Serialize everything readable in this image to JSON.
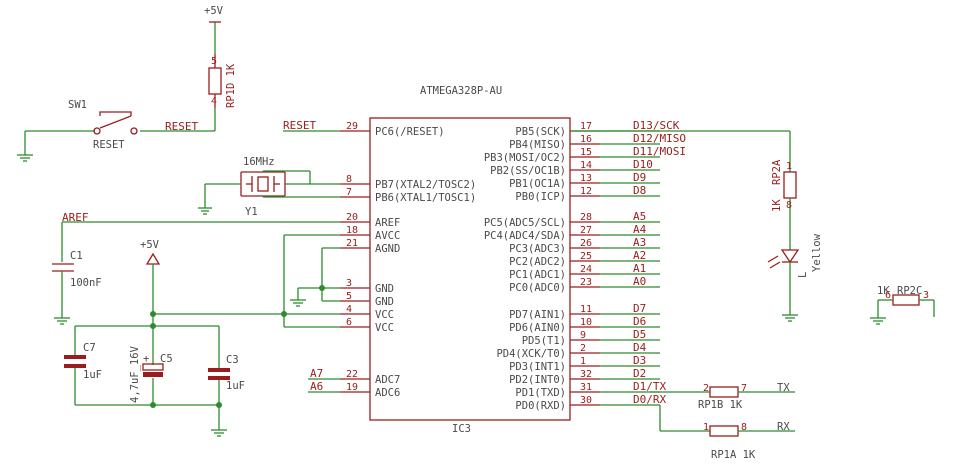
{
  "chip": {
    "name": "ATMEGA328P-AU",
    "ref": "IC3",
    "left_pins": [
      {
        "num": "29",
        "label": "PC6(/RESET)",
        "net": "RESET"
      },
      {
        "num": "8",
        "label": "PB7(XTAL2/TOSC2)",
        "net": ""
      },
      {
        "num": "7",
        "label": "PB6(XTAL1/TOSC1)",
        "net": ""
      },
      {
        "num": "20",
        "label": "AREF",
        "net": "AREF"
      },
      {
        "num": "18",
        "label": "AVCC",
        "net": ""
      },
      {
        "num": "21",
        "label": "AGND",
        "net": ""
      },
      {
        "num": "3",
        "label": "GND",
        "net": ""
      },
      {
        "num": "5",
        "label": "GND",
        "net": ""
      },
      {
        "num": "4",
        "label": "VCC",
        "net": ""
      },
      {
        "num": "6",
        "label": "VCC",
        "net": ""
      },
      {
        "num": "22",
        "label": "ADC7",
        "net": "A7"
      },
      {
        "num": "19",
        "label": "ADC6",
        "net": "A6"
      }
    ],
    "right_pins": [
      {
        "num": "17",
        "label": "PB5(SCK)",
        "net": "D13/SCK"
      },
      {
        "num": "16",
        "label": "PB4(MISO)",
        "net": "D12/MISO"
      },
      {
        "num": "15",
        "label": "PB3(MOSI/OC2)",
        "net": "D11/MOSI"
      },
      {
        "num": "14",
        "label": "PB2(SS/OC1B)",
        "net": "D10"
      },
      {
        "num": "13",
        "label": "PB1(OC1A)",
        "net": "D9"
      },
      {
        "num": "12",
        "label": "PB0(ICP)",
        "net": "D8"
      },
      {
        "num": "28",
        "label": "PC5(ADC5/SCL)",
        "net": "A5"
      },
      {
        "num": "27",
        "label": "PC4(ADC4/SDA)",
        "net": "A4"
      },
      {
        "num": "26",
        "label": "PC3(ADC3)",
        "net": "A3"
      },
      {
        "num": "25",
        "label": "PC2(ADC2)",
        "net": "A2"
      },
      {
        "num": "24",
        "label": "PC1(ADC1)",
        "net": "A1"
      },
      {
        "num": "23",
        "label": "PC0(ADC0)",
        "net": "A0"
      },
      {
        "num": "11",
        "label": "PD7(AIN1)",
        "net": "D7"
      },
      {
        "num": "10",
        "label": "PD6(AIN0)",
        "net": "D6"
      },
      {
        "num": "9",
        "label": "PD5(T1)",
        "net": "D5"
      },
      {
        "num": "2",
        "label": "PD4(XCK/T0)",
        "net": "D4"
      },
      {
        "num": "1",
        "label": "PD3(INT1)",
        "net": "D3"
      },
      {
        "num": "32",
        "label": "PD2(INT0)",
        "net": "D2"
      },
      {
        "num": "31",
        "label": "PD1(TXD)",
        "net": "D1/TX"
      },
      {
        "num": "30",
        "label": "PD0(RXD)",
        "net": "D0/RX"
      }
    ]
  },
  "supply": {
    "top": "+5V",
    "left": "+5V"
  },
  "reset_circuit": {
    "switch_ref": "SW1",
    "switch_value": "RESET",
    "net": "RESET",
    "pullup_ref": "RP1D 1K",
    "pullup_pin_top": "5",
    "pullup_pin_bottom": "4"
  },
  "crystal": {
    "ref": "Y1",
    "value": "16MHz"
  },
  "capacitors": {
    "c1": {
      "ref": "C1",
      "value": "100nF"
    },
    "c7": {
      "ref": "C7",
      "value": "1uF"
    },
    "c5": {
      "ref": "C5",
      "value": "4,7uF_16V"
    },
    "c3": {
      "ref": "C3",
      "value": "1uF"
    }
  },
  "led": {
    "resistor_ref": "RP2A",
    "resistor_value": "1K",
    "resistor_pin_top": "1",
    "resistor_pin_bottom": "8",
    "led_ref": "L",
    "led_color": "Yellow"
  },
  "unused_resistor": {
    "value": "1K",
    "ref": "RP2C",
    "pin_left": "6",
    "pin_right": "3"
  },
  "uart": {
    "tx_resistor": {
      "ref": "RP1B 1K",
      "pin_left": "2",
      "pin_right": "7"
    },
    "rx_resistor": {
      "ref": "RP1A 1K",
      "pin_left": "1",
      "pin_right": "8"
    },
    "tx_label": "TX",
    "rx_label": "RX"
  },
  "colors": {
    "wire": "#2e8b2e",
    "part": "#9a1c1c",
    "text": "#4a4a4a",
    "background": "#ffffff"
  }
}
